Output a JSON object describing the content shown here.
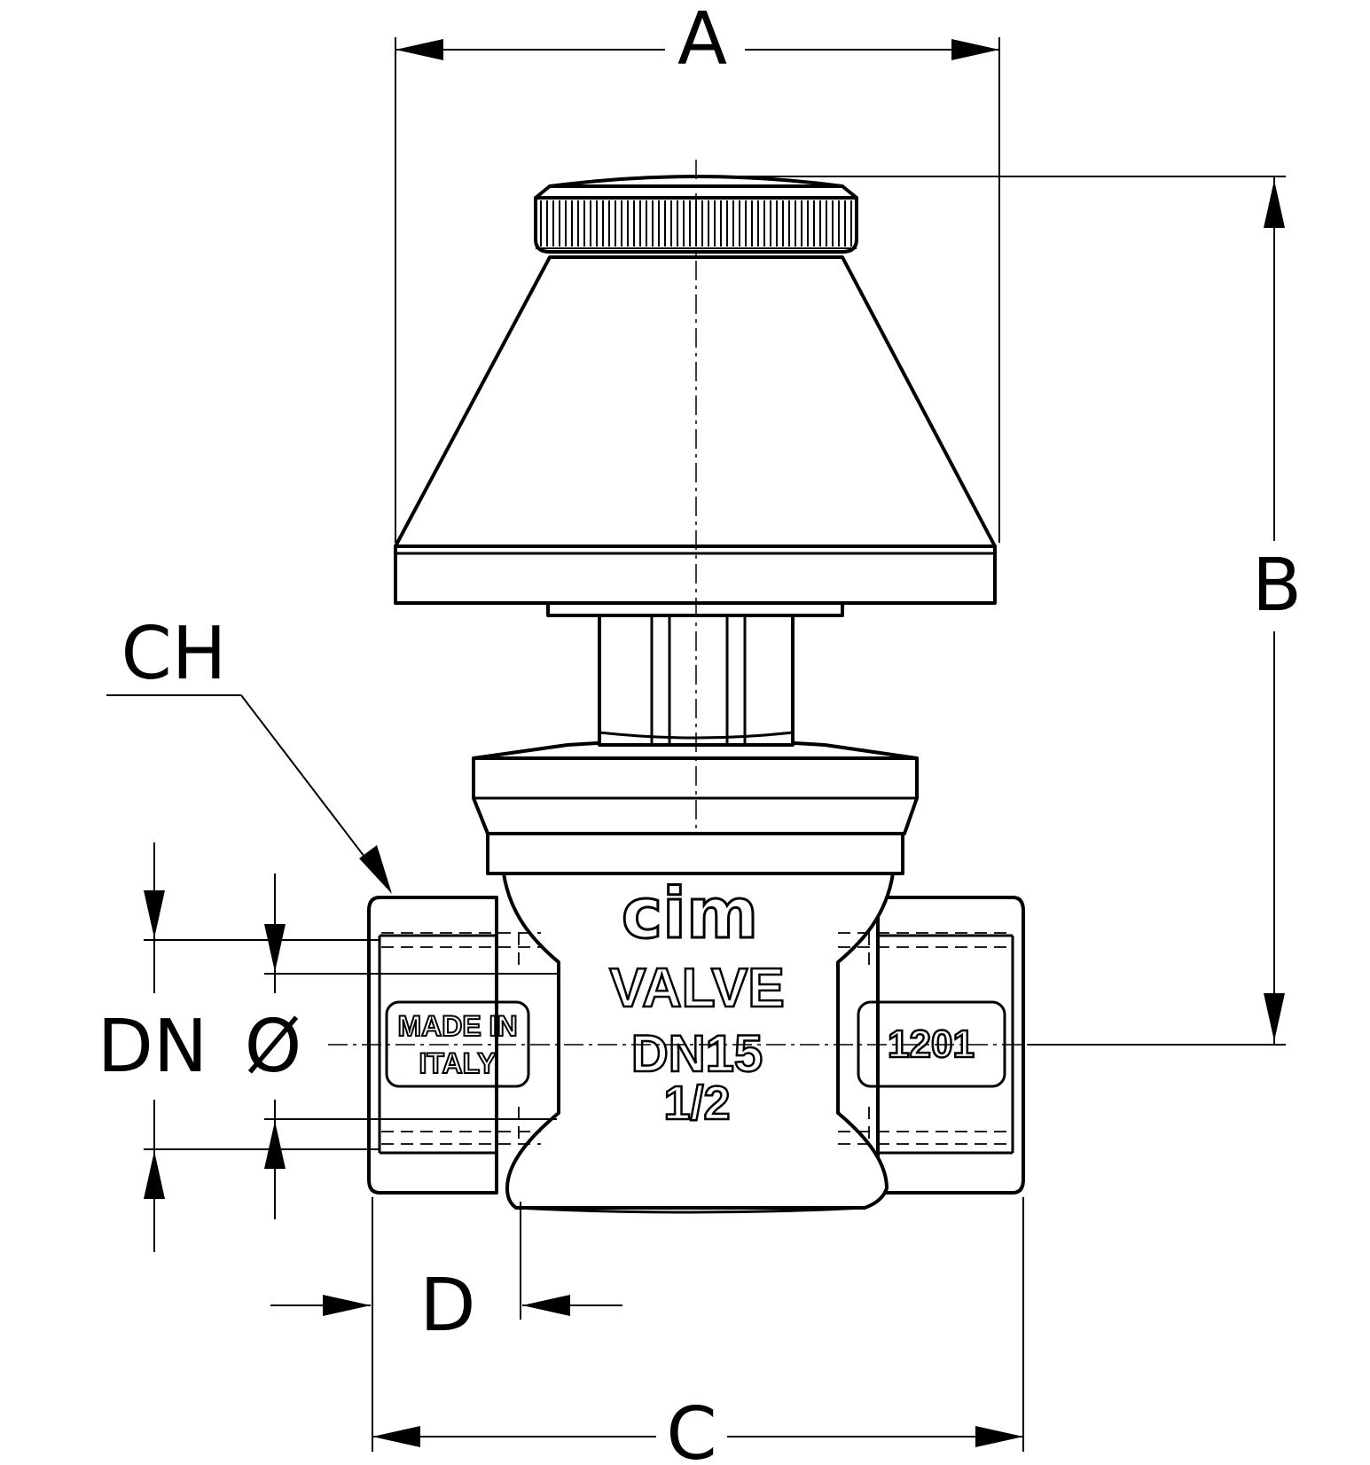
{
  "dimensions": {
    "a": "A",
    "b": "B",
    "c": "C",
    "d": "D",
    "ch": "CH",
    "dn": "DN",
    "diameter": "Ø"
  },
  "markings": {
    "brand": "cim",
    "product": "VALVE",
    "size": "DN15",
    "thread": "1/2",
    "origin_line1": "MADE IN",
    "origin_line2": "ITALY",
    "code": "1201"
  }
}
